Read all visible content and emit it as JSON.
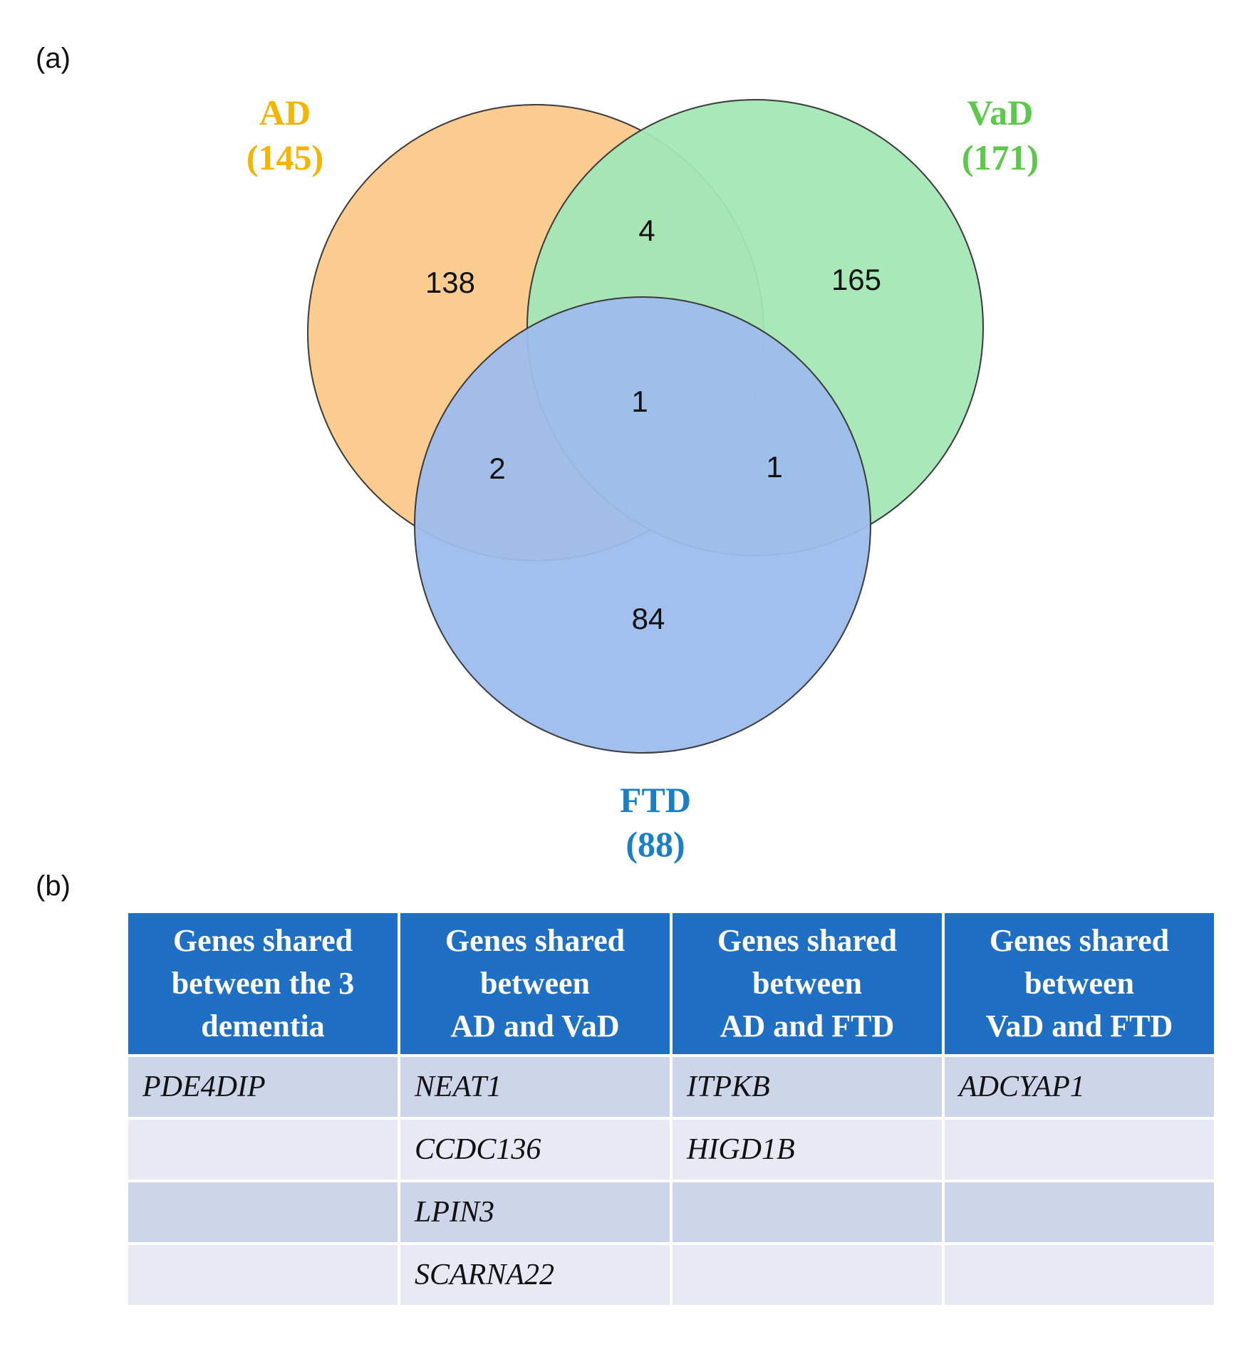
{
  "panel_a_label": "(a)",
  "panel_b_label": "(b)",
  "venn": {
    "sets": [
      {
        "id": "ad",
        "name": "AD",
        "total": "(145)",
        "fill": "#fde3bd",
        "label_color": "#f4b400"
      },
      {
        "id": "vad",
        "name": "VaD",
        "total": "(171)",
        "fill": "#cdf3d8",
        "label_color": "#5cc94a"
      },
      {
        "id": "ftd",
        "name": "FTD",
        "total": "(88)",
        "fill": "#c9dcf6",
        "label_color": "#1a7fc6"
      }
    ],
    "regions": {
      "ad_only": "138",
      "vad_only": "165",
      "ftd_only": "84",
      "ad_vad": "4",
      "ad_ftd": "2",
      "vad_ftd": "1",
      "all_three": "1"
    }
  },
  "table": {
    "header_color": "#1f6fc4",
    "headers": [
      [
        "Genes shared",
        "between the 3",
        "dementia"
      ],
      [
        "Genes shared",
        "between",
        "AD and VaD"
      ],
      [
        "Genes shared",
        "between",
        "AD and FTD"
      ],
      [
        "Genes shared",
        "between",
        "VaD and FTD"
      ]
    ],
    "rows": [
      [
        "PDE4DIP",
        "NEAT1",
        "ITPKB",
        "ADCYAP1"
      ],
      [
        "",
        "CCDC136",
        "HIGD1B",
        ""
      ],
      [
        "",
        "LPIN3",
        "",
        ""
      ],
      [
        "",
        "SCARNA22",
        "",
        ""
      ]
    ]
  }
}
